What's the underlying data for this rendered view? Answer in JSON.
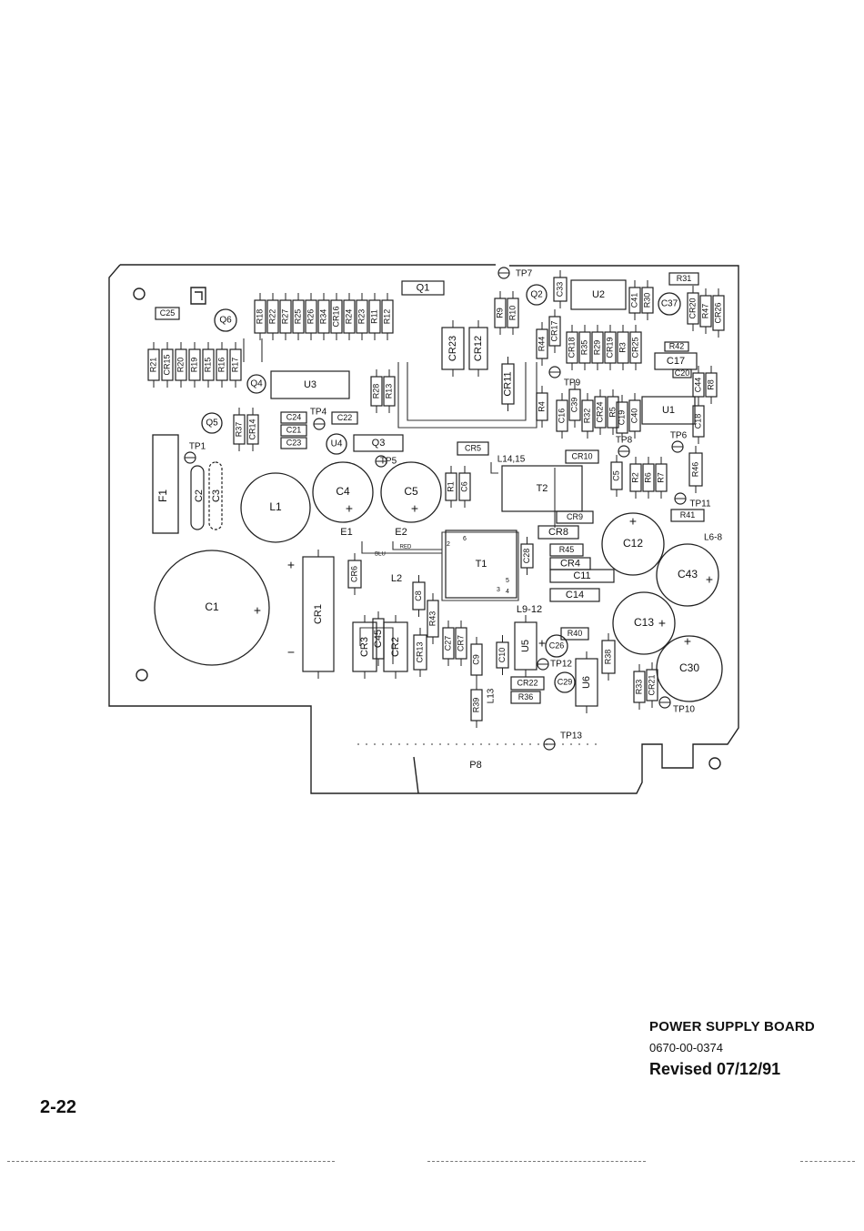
{
  "footer": {
    "title": "POWER SUPPLY BOARD",
    "part_number": "0670-00-0374",
    "revision": "Revised 07/12/91"
  },
  "page_number": "2-22",
  "diagram": {
    "connector": "P8",
    "wire_labels": {
      "blu": "BLU",
      "red": "RED"
    },
    "t1_pins": [
      "2",
      "6",
      "5",
      "3",
      "4"
    ],
    "rect_components": [
      "C25",
      "R18",
      "R22",
      "R27",
      "R25",
      "R26",
      "R34",
      "CR16",
      "R24",
      "R23",
      "R11",
      "R12",
      "Q1",
      "R21",
      "CR15",
      "R20",
      "R19",
      "R15",
      "R16",
      "R17",
      "U3",
      "R28",
      "R13",
      "CR23",
      "CR12",
      "CR11",
      "R9",
      "R10",
      "U2",
      "C33",
      "R31",
      "C41",
      "R30",
      "CR20",
      "R47",
      "CR26",
      "R44",
      "CR17",
      "CR18",
      "R35",
      "R29",
      "CR19",
      "R3",
      "CR25",
      "R42",
      "C17",
      "C20",
      "C44",
      "R8",
      "R4",
      "C16",
      "C39",
      "R32",
      "CR24",
      "R5",
      "C19",
      "C40",
      "U1",
      "C18",
      "R37",
      "CR14",
      "C24",
      "C21",
      "C23",
      "C22",
      "Q3",
      "CR5",
      "CR10",
      "R1",
      "C6",
      "T2",
      "C5",
      "R2",
      "R6",
      "R7",
      "R46",
      "CR9",
      "R41",
      "CR8",
      "R45",
      "C28",
      "CR4",
      "C11",
      "C14",
      "CR1",
      "CR6",
      "C45",
      "C8",
      "CR3",
      "CR2",
      "CR13",
      "R43",
      "C27",
      "CR7",
      "C10",
      "C9",
      "U5",
      "R40",
      "R38",
      "CR22",
      "R36",
      "U6",
      "R39",
      "R33",
      "CR21",
      "T1"
    ],
    "circle_components": [
      "Q6",
      "Q4",
      "Q5",
      "U4",
      "Q2",
      "C37",
      "C4",
      "C5",
      "L1",
      "C1",
      "C12",
      "C43",
      "C13",
      "C30",
      "C26",
      "C29"
    ],
    "test_points": [
      "TP7",
      "TP9",
      "TP4",
      "TP5",
      "TP1",
      "TP8",
      "TP6",
      "TP11",
      "TP12",
      "TP10",
      "TP13"
    ],
    "misc_labels": [
      "F1",
      "C2",
      "C3",
      "E1",
      "E2",
      "L2",
      "L14,15",
      "L6-8",
      "L9-12",
      "L13"
    ]
  }
}
